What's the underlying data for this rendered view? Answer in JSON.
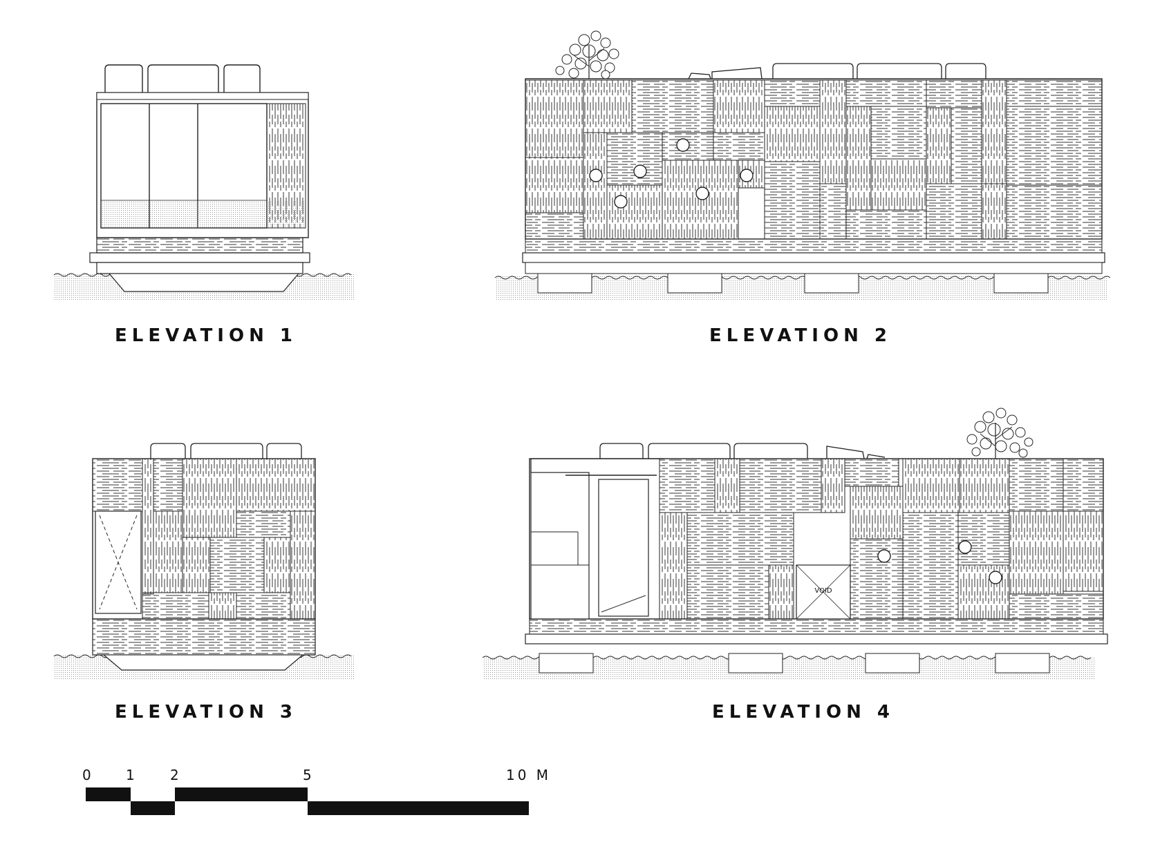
{
  "elevations": [
    {
      "id": "e1",
      "title": "ELEVATION 1"
    },
    {
      "id": "e2",
      "title": "ELEVATION 2"
    },
    {
      "id": "e3",
      "title": "ELEVATION 3"
    },
    {
      "id": "e4",
      "title": "ELEVATION 4"
    }
  ],
  "annotations": {
    "void_label": "VOID"
  },
  "scale_bar": {
    "labels": [
      "0",
      "1",
      "2",
      "5",
      "10 M"
    ],
    "segments_m": [
      [
        0,
        1
      ],
      [
        1,
        2
      ],
      [
        2,
        5
      ],
      [
        5,
        10
      ]
    ]
  }
}
